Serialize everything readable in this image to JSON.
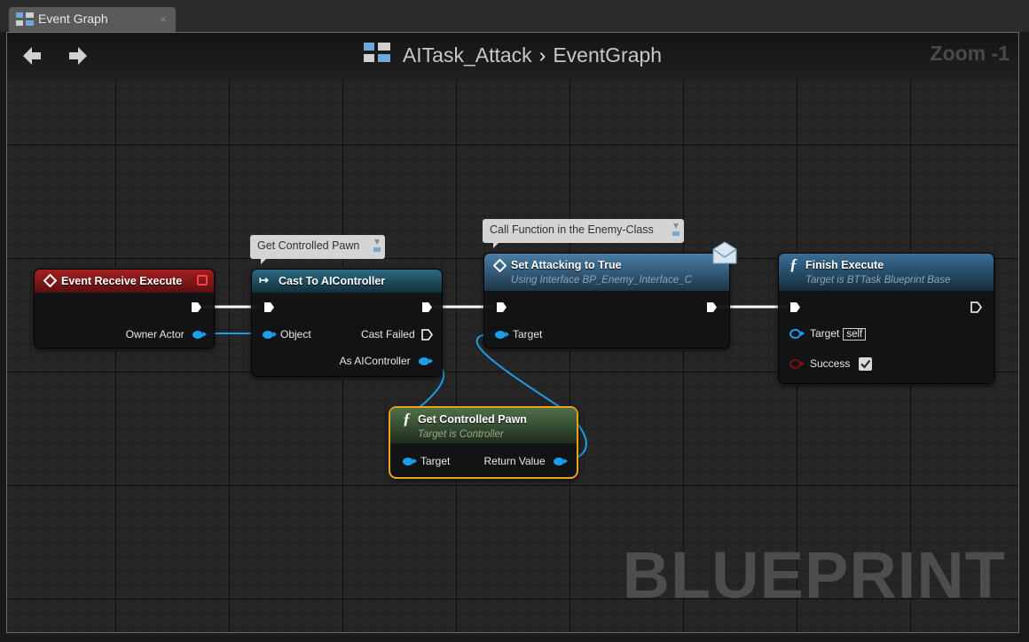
{
  "tab": {
    "label": "Event Graph",
    "close": "×"
  },
  "header": {
    "blueprint_name": "AITask_Attack",
    "separator": "›",
    "graph_name": "EventGraph",
    "zoom": "Zoom -1"
  },
  "watermark": "BLUEPRINT",
  "comments": {
    "cast": "Get Controlled Pawn",
    "interface": "Call Function in the Enemy-Class"
  },
  "nodes": {
    "event_receive_execute": {
      "title": "Event Receive Execute",
      "pins": {
        "owner_actor": "Owner Actor"
      }
    },
    "cast_to_aicontroller": {
      "title": "Cast To AIController",
      "pins": {
        "object": "Object",
        "cast_failed": "Cast Failed",
        "as_aicontroller": "As AIController"
      }
    },
    "set_attacking": {
      "title": "Set Attacking to True",
      "subtitle": "Using Interface BP_Enemy_Interface_C",
      "pins": {
        "target": "Target"
      }
    },
    "finish_execute": {
      "title": "Finish Execute",
      "subtitle": "Target is BTTask Blueprint Base",
      "pins": {
        "target": "Target",
        "target_default": "self",
        "success": "Success"
      }
    },
    "get_controlled_pawn": {
      "title": "Get Controlled Pawn",
      "subtitle": "Target is Controller",
      "pins": {
        "target": "Target",
        "return_value": "Return Value"
      }
    }
  },
  "colors": {
    "event_header": "#8c1a1a",
    "cast_header": "#1d4e5e",
    "interface_header": "#3a6a8a",
    "function_header": "#2c5a7a",
    "pure_function_header": "#3b5a36",
    "selection_outline": "#f0a020",
    "object_pin": "#1c9ee8",
    "bool_pin": "#7a1212",
    "exec_wire": "#ffffff"
  },
  "icons": [
    "blueprint-graph-icon",
    "back-arrow-icon",
    "forward-arrow-icon",
    "event-diamond-icon",
    "cast-arrow-icon",
    "interface-diamond-icon",
    "function-f-icon",
    "message-envelope-icon",
    "checkbox-checked-icon"
  ]
}
